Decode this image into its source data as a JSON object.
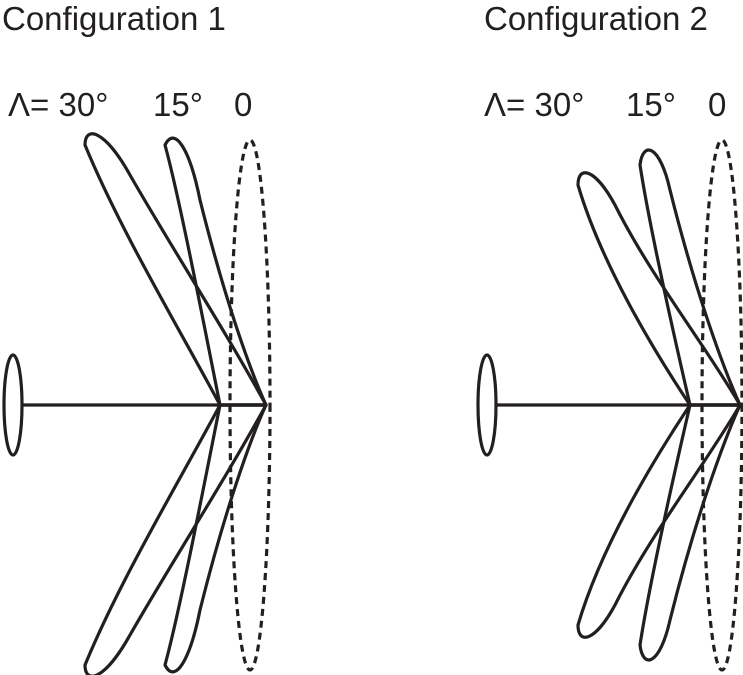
{
  "configurations": [
    {
      "title": "Configuration 1",
      "sweep_labels": {
        "large": "Λ= 30°",
        "mid": "15°",
        "zero": "0"
      }
    },
    {
      "title": "Configuration 2",
      "sweep_labels": {
        "large": "Λ= 30°",
        "mid": "15°",
        "zero": "0"
      }
    }
  ],
  "colors": {
    "ink": "#231f20",
    "background": "#ffffff"
  }
}
